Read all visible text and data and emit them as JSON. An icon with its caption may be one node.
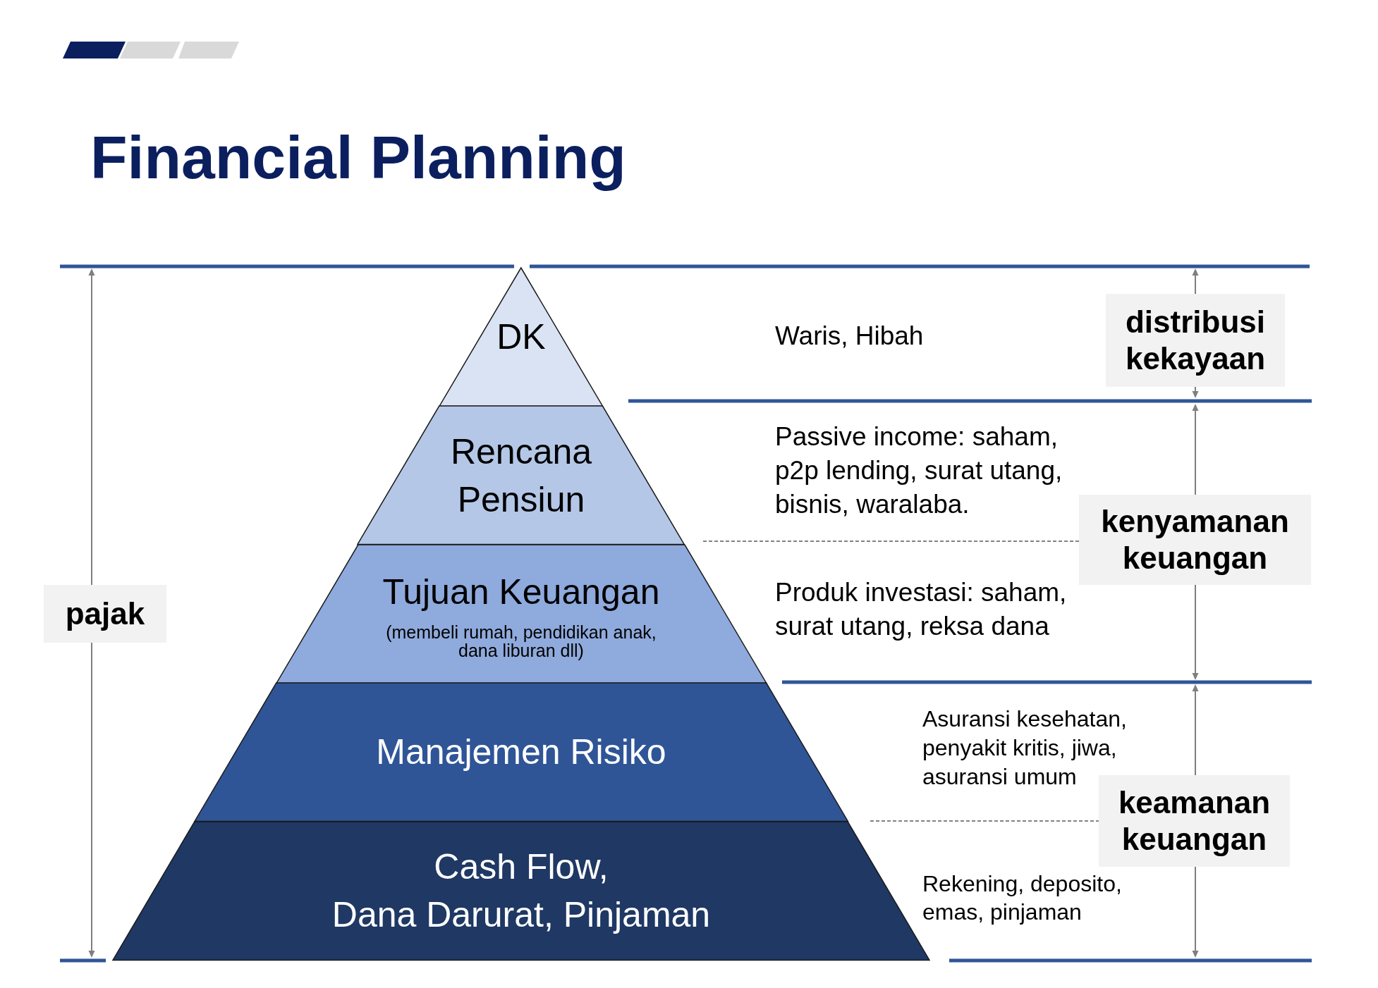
{
  "diagram": {
    "title": "Financial Planning",
    "nodes": [
      {
        "text": [
          "DK"
        ]
      },
      {
        "text": [
          "Rencana Pensiun"
        ]
      },
      {
        "text": [
          "Tujuan Keuangan",
          "(membeli rumah, pendidikan anak, dana liburan dll)"
        ]
      },
      {
        "text": [
          "Manajemen Risiko"
        ]
      },
      {
        "text": [
          "Cash Flow, Dana Darurat, Pinjaman"
        ]
      },
      {
        "text": [
          "pajak"
        ]
      },
      {
        "text": [
          "distribusi kekayaan"
        ]
      },
      {
        "text": [
          "kenyamanan keuangan"
        ]
      },
      {
        "text": [
          "keamanan keuangan"
        ]
      }
    ],
    "labels": [
      "Waris, Hibah",
      "Passive income: saham, p2p lending, surat utang, bisnis, waralaba.",
      "Produk investasi: saham, surat utang, reksa dana",
      "Asuransi kesehatan, penyakit kritis, jiwa, asuransi umum",
      "Rekening, deposito, emas, pinjaman"
    ]
  }
}
